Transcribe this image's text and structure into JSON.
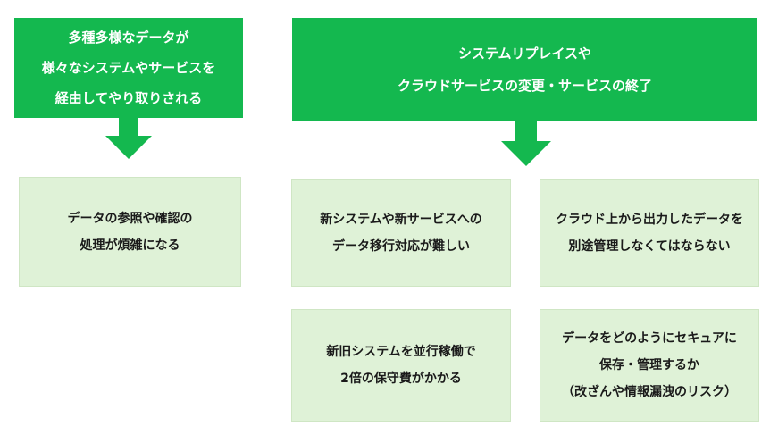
{
  "colors": {
    "header_green": "#14b84f",
    "card_light_green": "#dff2d7",
    "text_dark": "#1a1a1a",
    "text_white": "#ffffff"
  },
  "left_header": {
    "lines": [
      "多種多様なデータが",
      "様々なシステムやサービスを",
      "経由してやり取りされる"
    ]
  },
  "right_header": {
    "lines": [
      "システムリプレイスや",
      "クラウドサービスの変更・サービスの終了"
    ]
  },
  "cards": {
    "reference": {
      "lines": [
        "データの参照や確認の",
        "処理が煩雑になる"
      ]
    },
    "migration": {
      "lines": [
        "新システムや新サービスへの",
        "データ移行対応が難しい"
      ]
    },
    "cloud_output": {
      "lines": [
        "クラウド上から出力したデータを",
        "別途管理しなくてはならない"
      ]
    },
    "parallel": {
      "lines": [
        "新旧システムを並行稼働で",
        "2倍の保守費がかかる"
      ]
    },
    "secure": {
      "lines": [
        "データをどのようにセキュアに",
        "保存・管理するか",
        "（改ざんや情報漏洩のリスク）"
      ]
    }
  },
  "icons": {
    "left_arrow": "down-arrow-icon",
    "right_arrow": "down-arrow-icon"
  }
}
